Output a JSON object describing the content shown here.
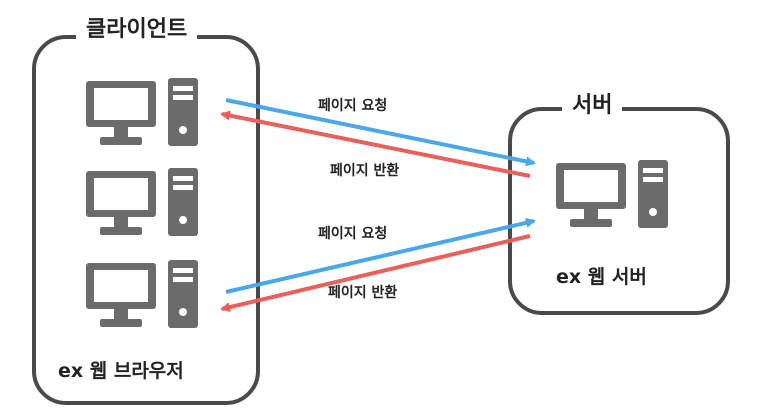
{
  "client": {
    "title": "클라이언트",
    "caption": "ex 웹 브라우저"
  },
  "server": {
    "title": "서버",
    "caption": "ex 웹 서버"
  },
  "flows": [
    {
      "label": "페이지 요청"
    },
    {
      "label": "페이지 반환"
    },
    {
      "label": "페이지 요청"
    },
    {
      "label": "페이지 반환"
    }
  ],
  "colors": {
    "request_arrow": "#4aa8ea",
    "response_arrow": "#ea5f5a",
    "computer_icon": "#6b6b6b",
    "frame": "#4a4a4a"
  },
  "icons": {
    "client_computers": [
      "desktop-computer-icon",
      "desktop-computer-icon",
      "desktop-computer-icon"
    ],
    "server_computer": "desktop-computer-icon"
  }
}
